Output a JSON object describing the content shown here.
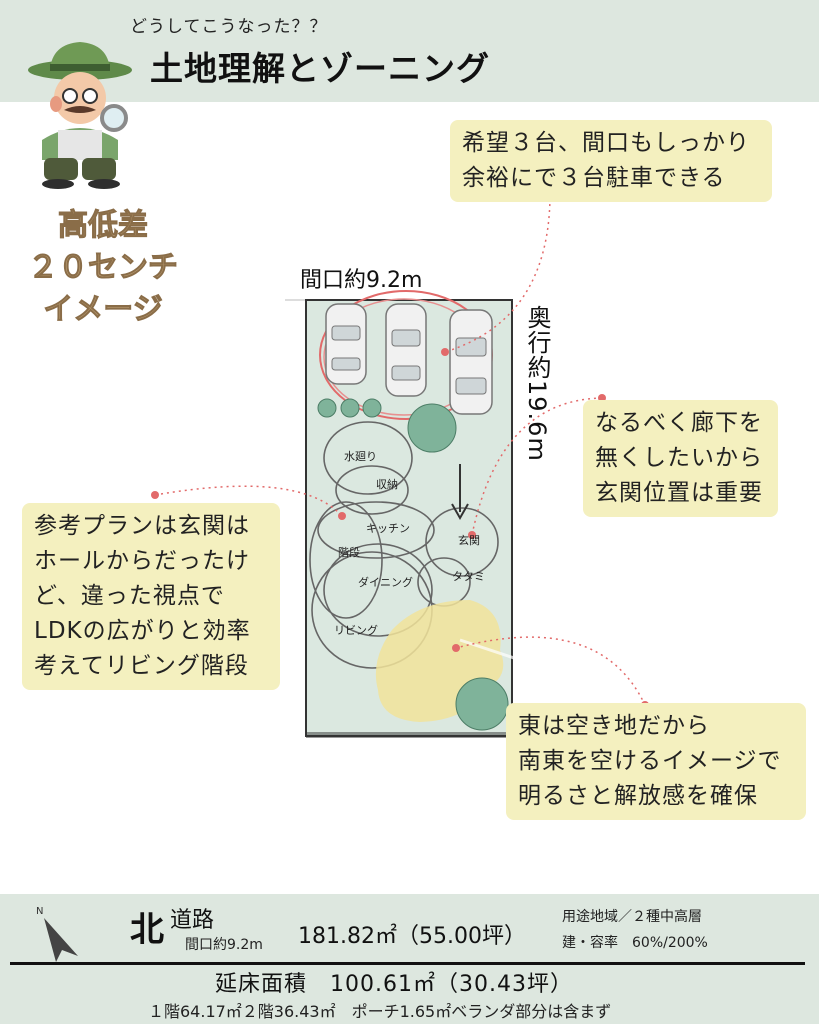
{
  "header": {
    "subtitle": "どうしてこうなった？？",
    "title": "土地理解とゾーニング"
  },
  "side_label": {
    "line1": "高低差",
    "line2": "２０センチ",
    "line3": "イメージ"
  },
  "callouts": {
    "parking": "希望３台、間口もしっかり\n余裕にで３台駐車できる",
    "corridor": "なるべく廊下を\n無くしたいから\n玄関位置は重要",
    "reference": "参考プランは玄関は\nホールからだったけ\nど、違った視点で\nLDKの広がりと効率\n考えてリビング階段",
    "east": "東は空き地だから\n南東を空けるイメージで\n明るさと解放感を確保"
  },
  "dimensions": {
    "frontage": "間口約9.2m",
    "depth": "奥行約19.6m"
  },
  "plan_labels": {
    "water": "水廻り",
    "storage": "収納",
    "kitchen": "キッチン",
    "stairs": "階段",
    "entrance": "玄関",
    "tatami": "タタミ",
    "dining": "ダイニング",
    "living": "リビング"
  },
  "footer": {
    "north": "北",
    "road": "道路",
    "frontage": "間口約9.2m",
    "site_area": "181.82㎡（55.00坪）",
    "zoning_line1": "用途地域／２種中高層",
    "zoning_line2": "建・容率　60%/200%",
    "floor_area": "延床面積　100.61㎡（30.43坪）",
    "floor_detail": "１階64.17㎡２階36.43㎡　ポーチ1.65㎡ベランダ部分は含まず"
  },
  "colors": {
    "header_bg": "#dde7df",
    "callout_bg": "#f4f0bf",
    "lot_fill": "#dbe8e0",
    "accent_red": "#e26a6a",
    "tree_green": "#7fb39a",
    "sun_yellow": "#f1e39a",
    "label_brown": "#b99b70"
  }
}
